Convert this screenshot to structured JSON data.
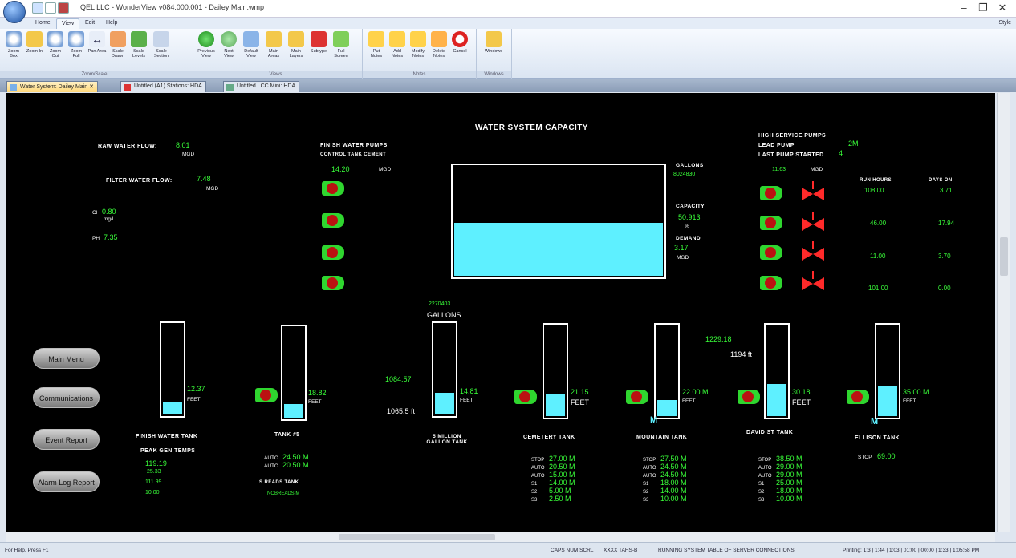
{
  "window": {
    "title": "QEL LLC - WonderView v084.000.001 - Dailey Main.wmp",
    "minimize": "–",
    "restore": "❐",
    "close": "✕"
  },
  "ribbon_tabs": [
    "Home",
    "View",
    "Edit",
    "Help"
  ],
  "style_label": "Style",
  "ribbon": {
    "groups": [
      {
        "label": "Zoom/Scale",
        "buttons": [
          "Zoom Box",
          "Zoom In",
          "Zoom Out",
          "Zoom Full",
          "Pan Area",
          "Scale Drawn",
          "Scale Levels",
          "Scale Section"
        ]
      },
      {
        "label": "Views",
        "buttons": [
          "Previous View",
          "Next View",
          "Default View",
          "Main Areas",
          "Main Layers",
          "Subtype",
          "Full Screen"
        ]
      },
      {
        "label": "Notes",
        "buttons": [
          "Put Notes",
          "Add Notes",
          "Modify Notes",
          "Delete Notes",
          "Cancel"
        ]
      },
      {
        "label": "Windows",
        "buttons": [
          "Windows"
        ]
      }
    ]
  },
  "doc_tabs": [
    {
      "label": "Water System: Dailey Main",
      "active": true
    },
    {
      "label": "Untitled (A1) Stations: HDA",
      "active": false
    },
    {
      "label": "Untitled LCC Mini: HDA",
      "active": false
    }
  ],
  "scada": {
    "title": "WATER SYSTEM CAPACITY",
    "raw_water_flow_label": "RAW WATER FLOW:",
    "raw_water_flow_value": "8.01",
    "raw_water_flow_unit": "MGD",
    "filter_water_flow_label": "FILTER WATER FLOW:",
    "filter_water_flow_value": "7.48",
    "filter_water_flow_unit": "MGD",
    "cl_label": "Cl",
    "cl_value": "0.80",
    "cl_unit": "mg/l",
    "ph_label": "PH",
    "ph_value": "7.35",
    "finish_pumps_title": "FINISH WATER PUMPS",
    "finish_pumps_sub": "CONTROL TANK CEMENT",
    "finish_pumps_flow": "14.20",
    "finish_pumps_unit": "MGD",
    "gallons_label": "GALLONS",
    "gallons_value": "8024830",
    "capacity_label": "CAPACITY",
    "capacity_value": "50.913",
    "capacity_unit": "%",
    "capacity_fraction": 0.5,
    "demand_label": "DEMAND",
    "demand_value": "3.17",
    "demand_unit": "MGD",
    "high_service_title": "HIGH SERVICE PUMPS",
    "lead_pump_label": "LEAD PUMP",
    "lead_pump_value": "2M",
    "last_pump_label": "LAST PUMP STARTED",
    "last_pump_value": "4",
    "hs_flow": "11.63",
    "hs_unit": "MGD",
    "run_hours_label": "RUN HOURS",
    "days_label": "DAYS ON",
    "hs_rows": [
      {
        "hours": "108.00",
        "days": "3.71"
      },
      {
        "hours": "46.00",
        "days": "17.94"
      },
      {
        "hours": "11.00",
        "days": "3.70"
      },
      {
        "hours": "101.00",
        "days": "0.00"
      }
    ],
    "five_mil_gallons_value": "2270403",
    "five_mil_gallons_label": "GALLONS",
    "elev_1084": "1084.57",
    "elev_1065": "1065.5 ft",
    "elev_1229": "1229.18",
    "elev_1194": "1194 ft",
    "tanks": [
      {
        "name": "FINISH WATER TANK",
        "level": "12.37",
        "unit": "FEET",
        "fill": 0.16
      },
      {
        "name": "TANK #5",
        "level": "18.82",
        "unit": "FEET",
        "fill": 0.18
      },
      {
        "name": "5 MILLION GALLON TANK",
        "level": "14.81",
        "unit": "FEET",
        "fill": 0.27
      },
      {
        "name": "CEMETERY TANK",
        "level": "21.15",
        "unit": "FEET",
        "fill": 0.27
      },
      {
        "name": "MOUNTAIN TANK",
        "level": "22.00 M",
        "unit": "FEET",
        "fill": 0.21
      },
      {
        "name": "DAVID ST TANK",
        "level": "30.18",
        "unit": "FEET",
        "fill": 0.38
      },
      {
        "name": "ELLISON TANK",
        "level": "35.00 M",
        "unit": "FEET",
        "fill": 0.35
      }
    ],
    "peak_gen_label": "PEAK GEN TEMPS",
    "finish_extra": [
      "119.19",
      "25.33",
      "111.99",
      "10.00"
    ],
    "tank5_lines": [
      {
        "k": "AUTO",
        "v": "24.50 M"
      },
      {
        "k": "AUTO",
        "v": "20.50 M"
      }
    ],
    "tank5_sub": "S.READS TANK",
    "tank5_sub_value": "NOBREADS M",
    "cemetery_lines": [
      {
        "k": "STOP",
        "v": "27.00 M"
      },
      {
        "k": "AUTO",
        "v": "20.50 M"
      },
      {
        "k": "AUTO",
        "v": "15.00 M"
      },
      {
        "k": "S1",
        "v": "14.00 M"
      },
      {
        "k": "S2",
        "v": "5.00 M"
      },
      {
        "k": "S3",
        "v": "2.50 M"
      }
    ],
    "mountain_lines": [
      {
        "k": "STOP",
        "v": "27.50 M"
      },
      {
        "k": "AUTO",
        "v": "24.50 M"
      },
      {
        "k": "AUTO",
        "v": "24.50 M"
      },
      {
        "k": "S1",
        "v": "18.00 M"
      },
      {
        "k": "S2",
        "v": "14.00 M"
      },
      {
        "k": "S3",
        "v": "10.00 M"
      }
    ],
    "david_lines": [
      {
        "k": "STOP",
        "v": "38.50 M"
      },
      {
        "k": "AUTO",
        "v": "29.00 M"
      },
      {
        "k": "AUTO",
        "v": "29.00 M"
      },
      {
        "k": "S1",
        "v": "25.00 M"
      },
      {
        "k": "S2",
        "v": "18.00 M"
      },
      {
        "k": "S3",
        "v": "10.00 M"
      }
    ],
    "ellison_stop_label": "STOP",
    "ellison_stop_value": "69.00",
    "m_marker": "M",
    "buttons": [
      "Main Menu",
      "Communications",
      "Event Report",
      "Alarm Log Report"
    ]
  },
  "status": {
    "left": "For Help, Press F1",
    "mid1": "CAPS NUM SCRL",
    "mid2": "XXXX TAHS-B",
    "mid3": "RUNNING SYSTEM TABLE OF SERVER CONNECTIONS",
    "right": "Printing: 1:3 | 1:44 | 1:03 | 01:00 | 00:00 | 1:33 | 1:05:58 PM"
  },
  "colors": {
    "accent": "#39ff39",
    "fill": "#5ef0ff",
    "valve": "#ff2a2a",
    "background": "#000000"
  }
}
